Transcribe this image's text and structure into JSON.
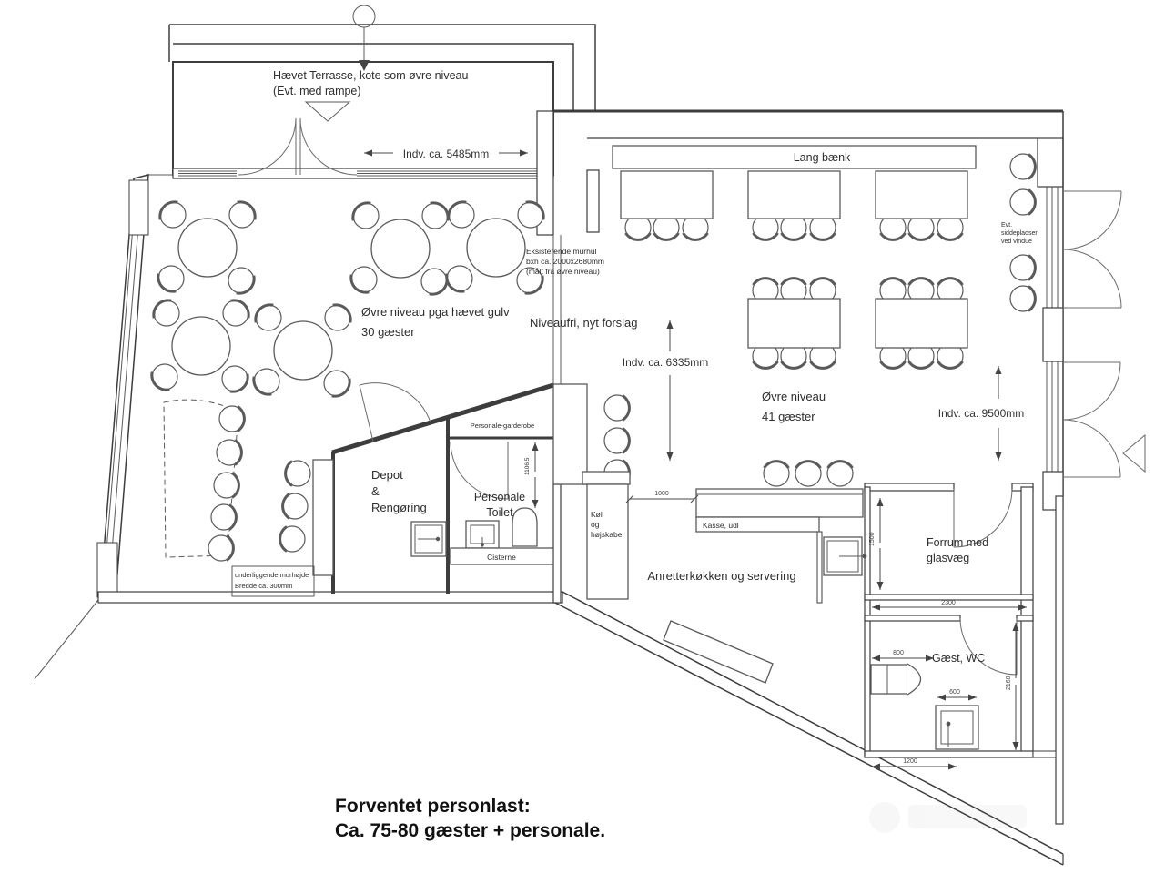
{
  "terrace": {
    "label_line1": "Hævet Terrasse, kote som øvre niveau",
    "label_line2": "(Evt. med rampe)",
    "width_dim": "Indv. ca. 5485mm"
  },
  "dining_left": {
    "label_line1": "Øvre niveau pga hævet gulv",
    "label_line2": "30 gæster",
    "wall_note_line1": "underliggende murhøjde",
    "wall_note_line2": "Bredde ca. 300mm"
  },
  "dining_right": {
    "bench_label": "Lang bænk",
    "label_line1": "Øvre niveau",
    "label_line2": "41 gæster",
    "depth_dim": "Indv. ca. 9500mm",
    "window_seats_line1": "Evt.",
    "window_seats_line2": "siddepladser",
    "window_seats_line3": "ved vindue"
  },
  "center": {
    "murhul_line1": "Eksisterende murhul",
    "murhul_line2": "bxh ca. 2000x2680mm",
    "murhul_line3": "(målt fra øvre niveau)",
    "niveaufri": "Niveaufri, nyt forslag",
    "height_dim": "Indv. ca. 6335mm"
  },
  "back_rooms": {
    "garderobe": "Personale-garderobe",
    "depot_line1": "Depot",
    "depot_line2": "&",
    "depot_line3": "Rengøring",
    "toilet_line1": "Personale",
    "toilet_line2": "Toilet",
    "cisterne": "Cisterne",
    "toilet_dim": "1106,5",
    "koel_line1": "Køl",
    "koel_line2": "og",
    "koel_line3": "højskabe"
  },
  "kitchen": {
    "label": "Anretterkøkken og servering",
    "kasse": "Kasse, udl",
    "dim_1000": "1000",
    "dim_1500": "1500"
  },
  "entry": {
    "forrum_line1": "Forrum med",
    "forrum_line2": "glasvæg",
    "wc_label": "Gæst, WC",
    "dim_2300": "2300",
    "dim_800": "800",
    "dim_600": "600",
    "dim_2160": "2160",
    "dim_1200": "1200"
  },
  "footer": {
    "line1": "Forventet personlast:",
    "line2": "Ca. 75-80 gæster + personale."
  }
}
